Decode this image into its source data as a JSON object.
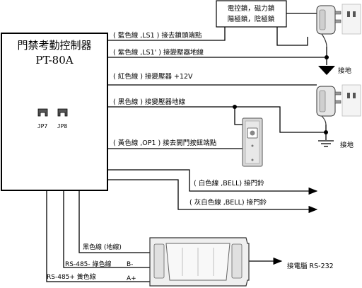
{
  "controller": {
    "title": "門禁考勤控制器",
    "model": "PT-80A",
    "jumpers": [
      "JP7",
      "JP8"
    ]
  },
  "lock_box": {
    "line1": "電控鎖，磁力鎖",
    "line2": "陽極鎖，陰極鎖"
  },
  "wires": {
    "blue": "( 藍色線 ,LS1 ) 接去鎖頭端點",
    "purple": "( 紫色線 ,LS1' ) 接變壓器地線",
    "red": "( 紅色線 ) 接變壓器 +12V",
    "black": "( 黑色線 ) 接變壓器地線",
    "yellow": "( 黃色線 ,OP1 ) 接去開門按鈕端點",
    "white": "( 白色線 ,BELL) 接門鈴",
    "grey": "( 灰白色線 ,BELL) 接門鈴"
  },
  "ground": {
    "top": "接地",
    "bottom": "接地"
  },
  "rs485": {
    "black": "黑色線 (地線)",
    "green": "RS-485- 綠色線",
    "yellow": "RS-485+ 黃色線",
    "b_minus": "B-",
    "a_plus": "A+"
  },
  "pc": "接電腦 RS-232"
}
